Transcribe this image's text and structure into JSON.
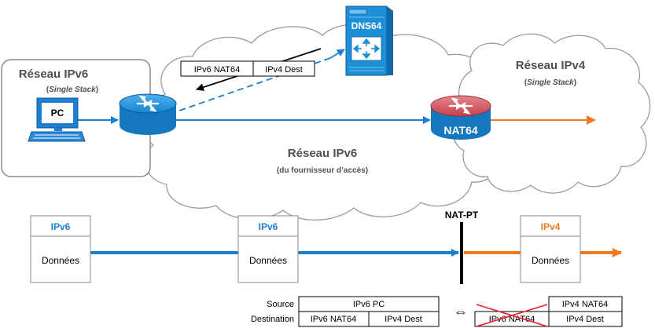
{
  "ipv6_local": {
    "title": "Réseau IPv6",
    "subtitle": "Single Stack"
  },
  "ipv4_net": {
    "title": "Réseau IPv4",
    "subtitle": "Single Stack"
  },
  "isp_net": {
    "title": "Réseau IPv6",
    "subtitle": "(du fournisseur d’accès)"
  },
  "pc": {
    "label": "PC"
  },
  "dns64": {
    "label": "DNS64"
  },
  "nat64": {
    "label": "NAT64"
  },
  "dns_record": {
    "left": "IPv6 NAT64",
    "right": "IPv4 Dest"
  },
  "packets": [
    {
      "protocol": "IPv6",
      "data": "Données",
      "color": "#1a7fd1"
    },
    {
      "protocol": "IPv6",
      "data": "Données",
      "color": "#1a7fd1"
    },
    {
      "protocol": "IPv4",
      "data": "Données",
      "color": "#f07a1c"
    }
  ],
  "natpt": {
    "label": "NAT-PT"
  },
  "header_table": {
    "source_label": "Source",
    "dest_label": "Destination",
    "source_value": "IPv6 PC",
    "dest_left": "IPv6 NAT64",
    "dest_right": "IPv4 Dest",
    "exchange_symbol": "⇔",
    "after_source": "IPv4 NAT64",
    "after_crossed": "IPv6 NAT64",
    "after_dest": "IPv4 Dest"
  },
  "colors": {
    "ipv6": "#1a7fd1",
    "ipv4": "#f07a1c",
    "router": "#1d8fd6",
    "nat_router": "#d1505a"
  }
}
